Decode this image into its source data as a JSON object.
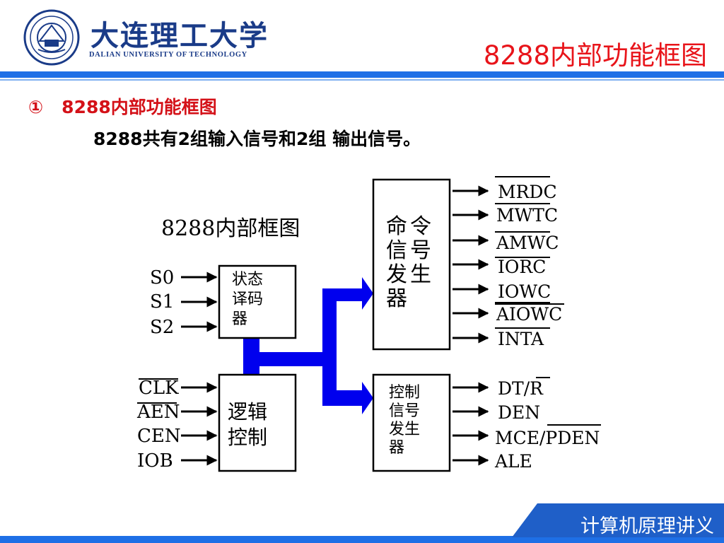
{
  "header": {
    "logo_cn": "大连理工大学",
    "logo_en": "DALIAN UNIVERSITY OF TECHNOLOGY",
    "slide_title": "8288内部功能框图"
  },
  "content": {
    "heading_num": "①",
    "heading": "8288内部功能框图",
    "subtext": "8288共有2组输入信号和2组 输出信号。"
  },
  "diagram": {
    "title": "8288内部框图",
    "status_decoder": [
      "状态",
      "译码",
      "器"
    ],
    "logic_control": [
      "逻辑",
      "控制"
    ],
    "command_generator": [
      "命令",
      "信号",
      "发生",
      "器"
    ],
    "control_generator": [
      "控制",
      "信号",
      "发生",
      "器"
    ],
    "inputs_status": [
      "S0",
      "S1",
      "S2"
    ],
    "inputs_control": [
      "CLK",
      "AEN",
      "CEN",
      "IOB"
    ],
    "outputs_command": [
      "MRDC",
      "MWTC",
      "AMWC",
      "IORC",
      "IOWC",
      "AIOWC",
      "INTA"
    ],
    "outputs_control": [
      "DT/R",
      "DEN",
      "MCE/PDEN",
      "ALE"
    ]
  },
  "footer": {
    "label": "计算机原理讲义"
  },
  "colors": {
    "accent_blue": "#1e6fe6",
    "title_red": "#e8141a",
    "bus_blue": "#0000ee"
  }
}
